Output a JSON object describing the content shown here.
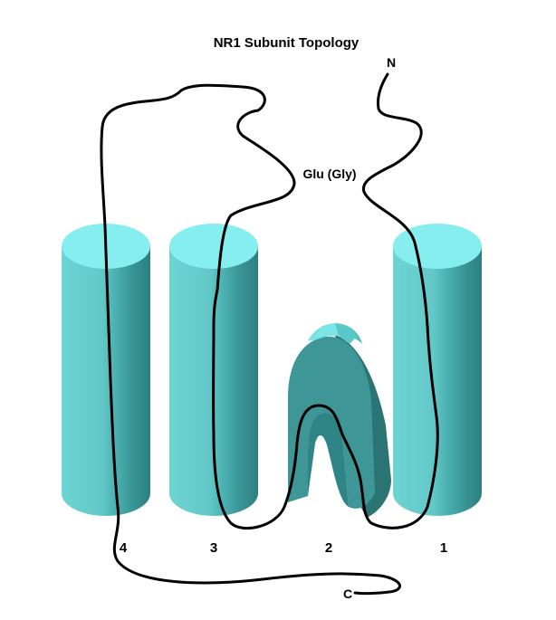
{
  "title": "NR1 Subunit Topology",
  "labels": {
    "n_terminus": "N",
    "c_terminus": "C",
    "binding_site": "Glu (Gly)"
  },
  "segments": [
    "4",
    "3",
    "2",
    "1"
  ],
  "colors": {
    "cylinder_top": "#86EEEE",
    "cylinder_side_light": "#6ED6D6",
    "cylinder_side_dark": "#2E8080",
    "pore_loop": "#3E9696",
    "pore_loop_dark": "#2A7474",
    "chain": "#000000"
  }
}
